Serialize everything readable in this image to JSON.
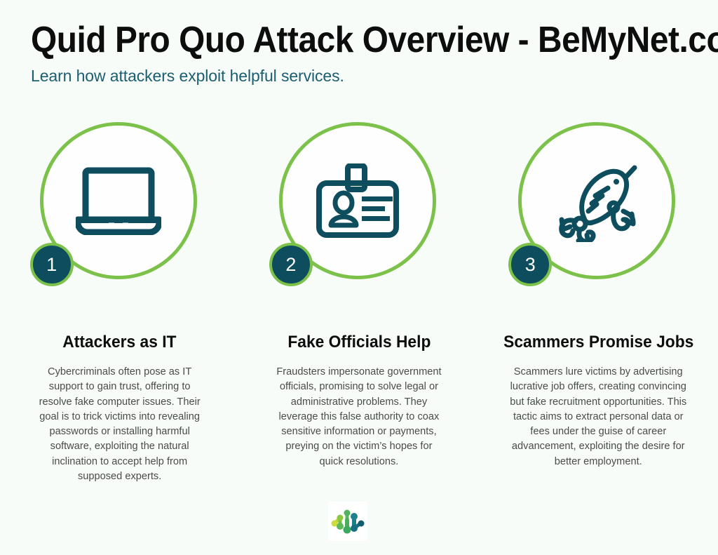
{
  "header": {
    "title": "Quid Pro Quo Attack Overview - BeMyNet.com",
    "subtitle": "Learn how attackers exploit helpful services."
  },
  "theme": {
    "background": "#f7fcf8",
    "accent_green": "#7cc24a",
    "accent_teal": "#0d4d5e",
    "title_color": "#0d0d0d",
    "subtitle_color": "#1b5e70",
    "body_color": "#4b4b4b",
    "circle_fill": "#fdfefd"
  },
  "steps": [
    {
      "number": "1",
      "icon": "laptop-icon",
      "heading": "Attackers as IT",
      "body": "Cybercriminals often pose as IT support to gain trust, offering to resolve fake computer issues. Their goal is to trick victims into revealing passwords or installing harmful software, exploiting the natural inclination to accept help from supposed experts."
    },
    {
      "number": "2",
      "icon": "id-badge-icon",
      "heading": "Fake Officials Help",
      "body": "Fraudsters impersonate government officials, promising to solve legal or administrative problems. They leverage this false authority to coax sensitive information or payments, preying on the victim’s hopes for quick resolutions."
    },
    {
      "number": "3",
      "icon": "fishing-lure-icon",
      "heading": "Scammers Promise Jobs",
      "body": "Scammers lure victims by advertising lucrative job offers, creating convincing but fake recruitment opportunities. This tactic aims to extract personal data or fees under the guise of career advancement, exploiting the desire for better employment."
    }
  ],
  "footer": {
    "logo": "network-nodes-logo"
  }
}
